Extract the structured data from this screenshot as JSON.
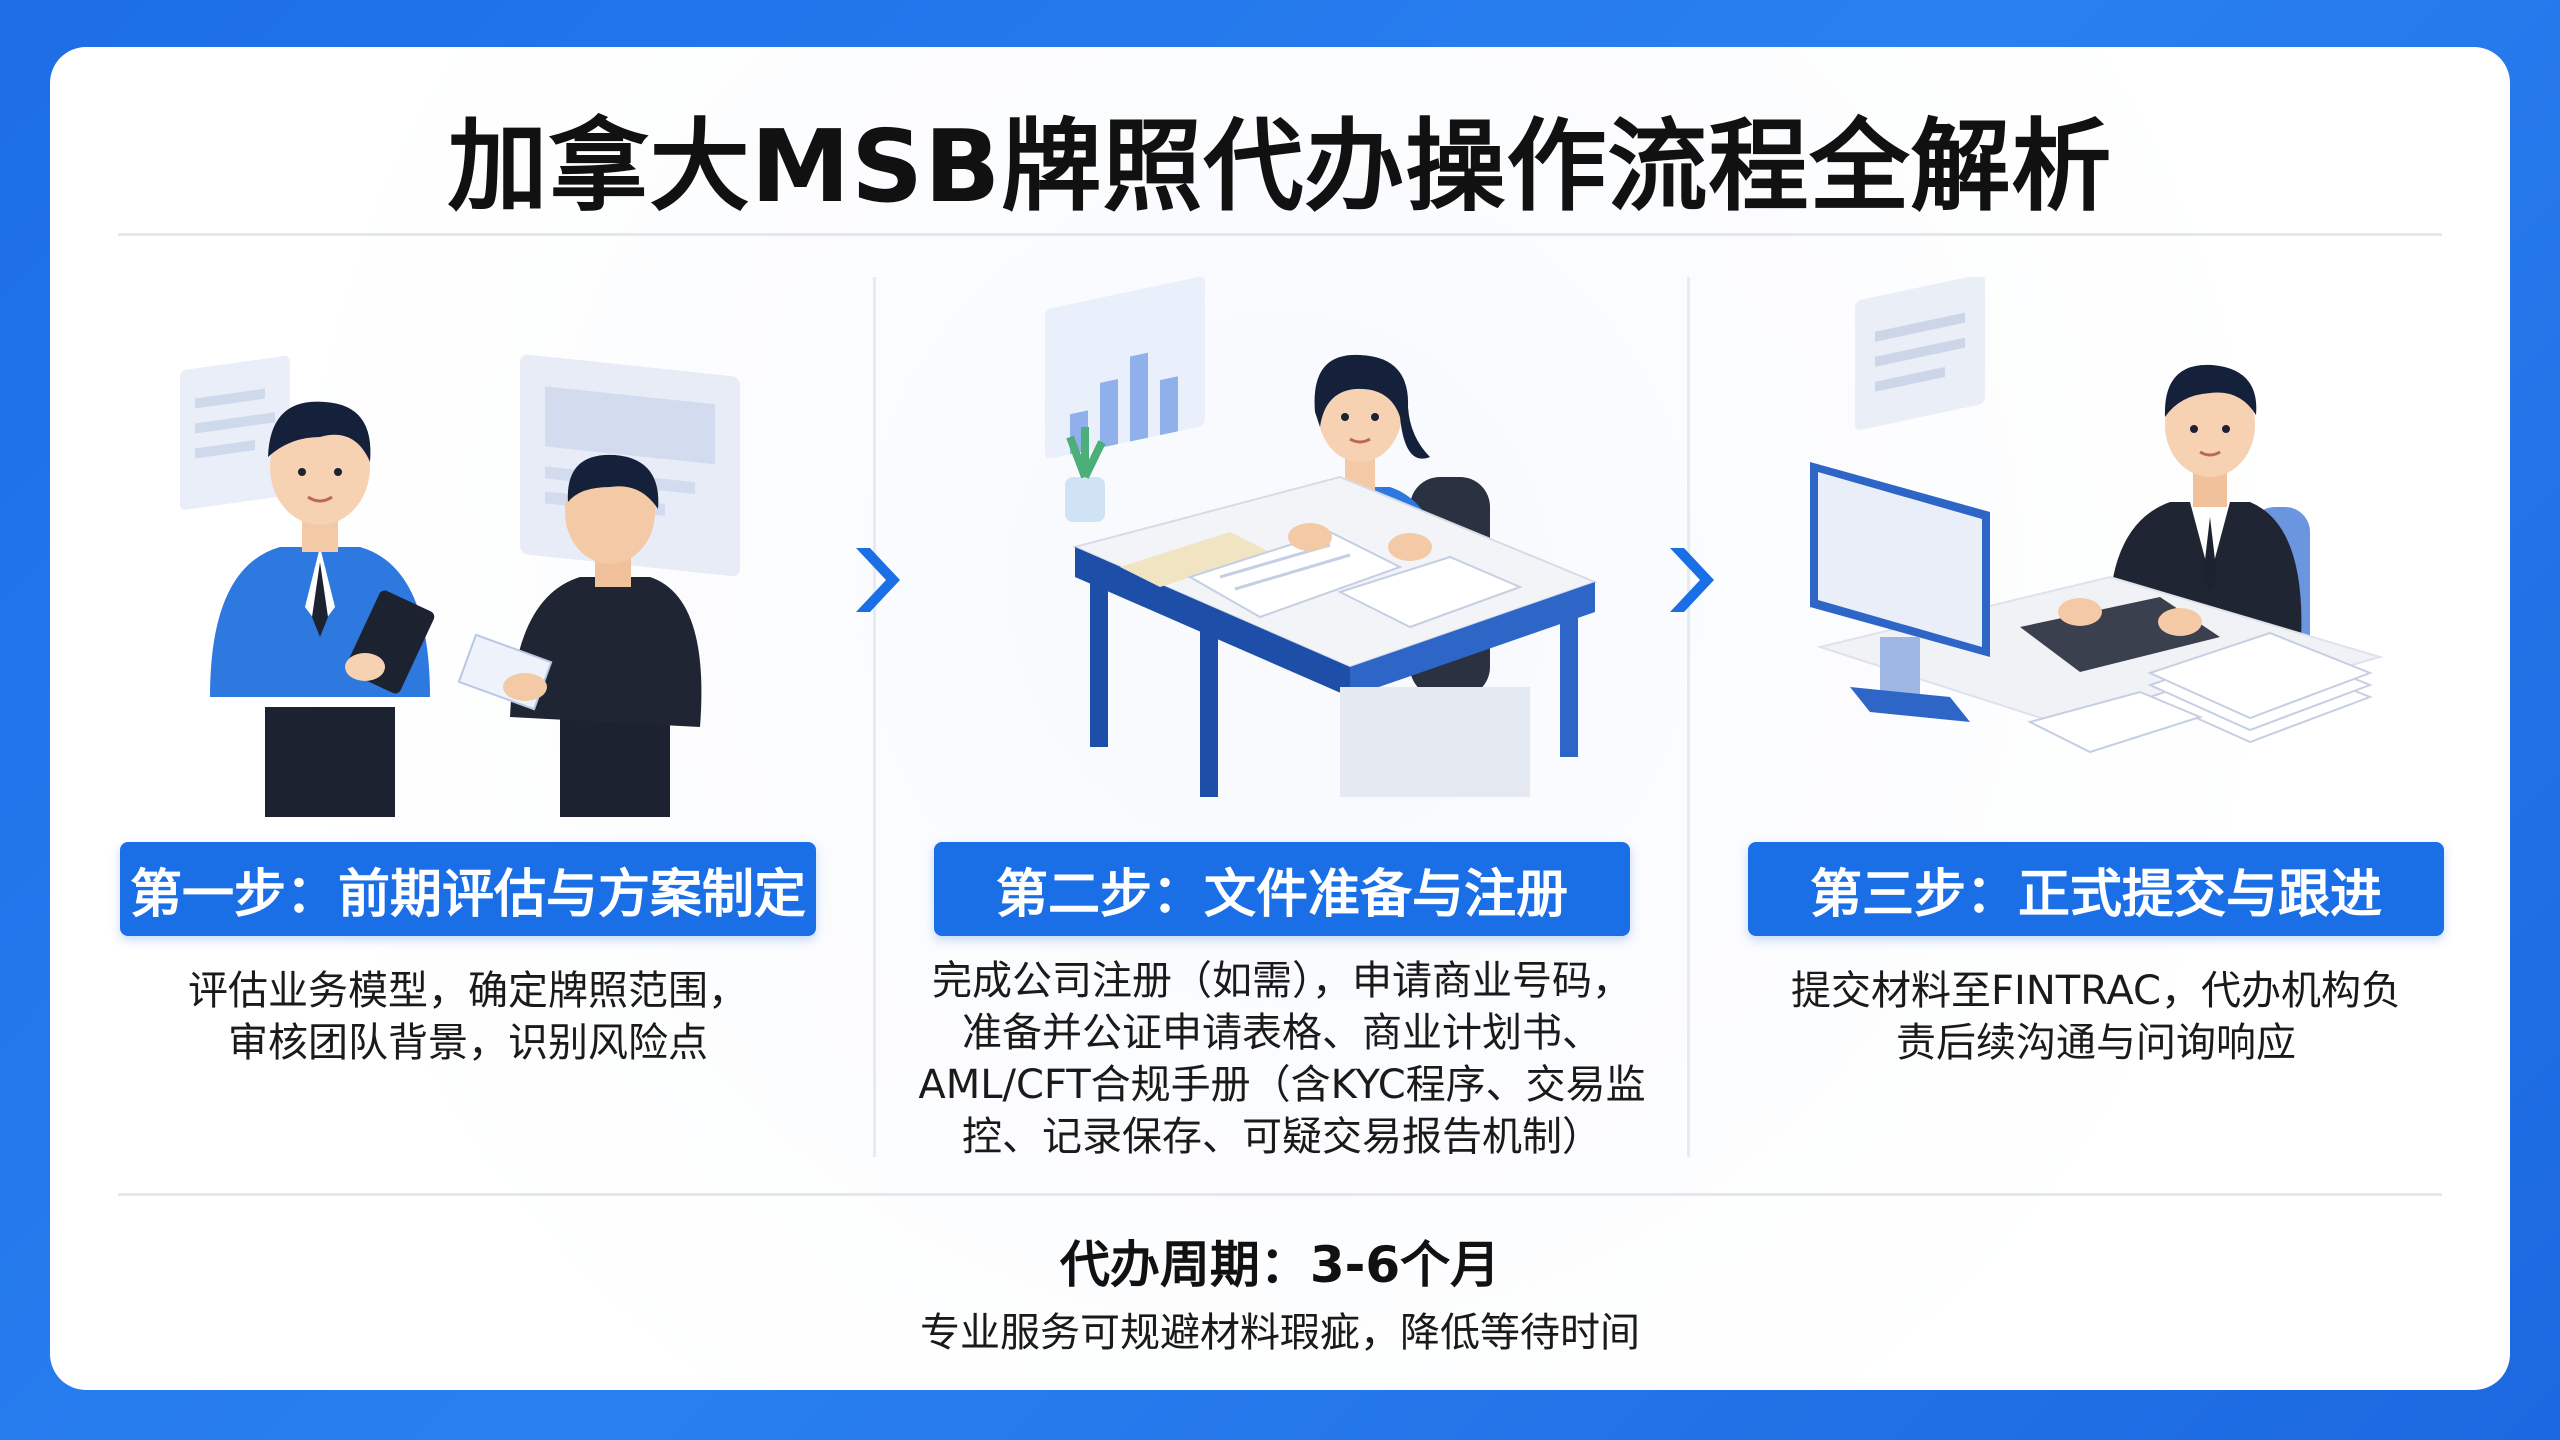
{
  "title": "加拿大MSB牌照代办操作流程全解析",
  "steps": [
    {
      "label": "第一步：前期评估与方案制定",
      "desc": [
        "评估业务模型，确定牌照范围，",
        "审核团队背景，识别风险点"
      ]
    },
    {
      "label": "第二步：文件准备与注册",
      "desc": [
        "完成公司注册（如需），申请商业号码，",
        "准备并公证申请表格、商业计划书、",
        "AML/CFT合规手册（含KYC程序、交易监",
        "控、记录保存、可疑交易报告机制）"
      ]
    },
    {
      "label": "第三步：正式提交与跟进",
      "desc": [
        "提交材料至FINTRAC，代办机构负",
        "责后续沟通与问询响应"
      ]
    }
  ],
  "footer": {
    "cycle": "代办周期：3-6个月",
    "note": "专业服务可规避材料瑕疵，降低等待时间"
  },
  "icons": [
    "consultation-illustration",
    "document-desk-illustration",
    "computer-submission-illustration",
    "chevron-right-icon"
  ],
  "colors": {
    "brand": "#1b6fe6",
    "background": "#2a80f0",
    "card": "#ffffff"
  }
}
